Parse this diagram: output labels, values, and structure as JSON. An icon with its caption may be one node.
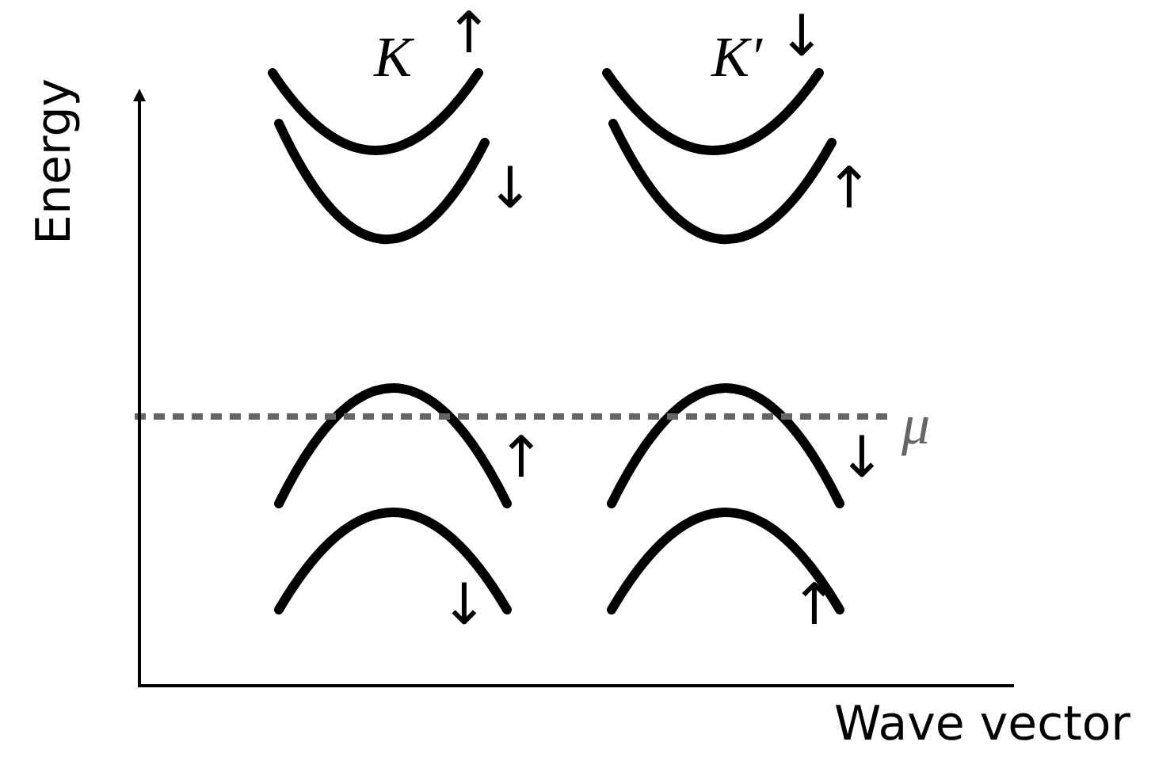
{
  "diagram": {
    "labels": [
      "K",
      "↑",
      "K′",
      "↓",
      "Energy",
      "↓",
      "↑",
      "μ",
      "↑",
      "↓",
      "↓",
      "↑",
      "Wave vector"
    ]
  }
}
